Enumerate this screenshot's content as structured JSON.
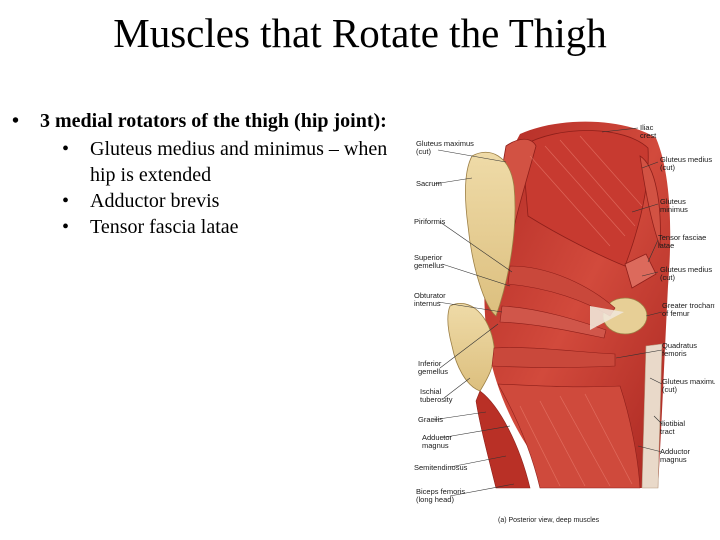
{
  "slide": {
    "title": "Muscles that Rotate the Thigh",
    "bullet": {
      "marker": "•",
      "text": "3 medial rotators of the thigh (hip joint):",
      "subitems": [
        "Gluteus medius and minimus – when hip is extended",
        "Adductor brevis",
        "Tensor fascia latae"
      ]
    }
  },
  "figure": {
    "left_labels": [
      "Gluteus maximus (cut)",
      "Sacrum",
      "Piriformis",
      "Superior gemellus",
      "Obturator internus",
      "Inferior gemellus",
      "Ischial tuberosity",
      "Gracilis",
      "Adductor magnus",
      "Semitendinosus",
      "Biceps femoris (long head)"
    ],
    "right_labels": [
      "Iliac crest",
      "Gluteus medius (cut)",
      "Gluteus minimus",
      "Tensor fasciae latae",
      "Gluteus medius (cut)",
      "Greater trochanter of femur",
      "Quadratus femoris",
      "Gluteus maximus (cut)",
      "Iliotibial tract",
      "Adductor magnus"
    ],
    "caption": "(a) Posterior view, deep muscles",
    "colors": {
      "muscle": "#c8382f",
      "muscle_light": "#e4776a",
      "bone": "#e9d29a",
      "tendon": "#efe6d8"
    }
  }
}
